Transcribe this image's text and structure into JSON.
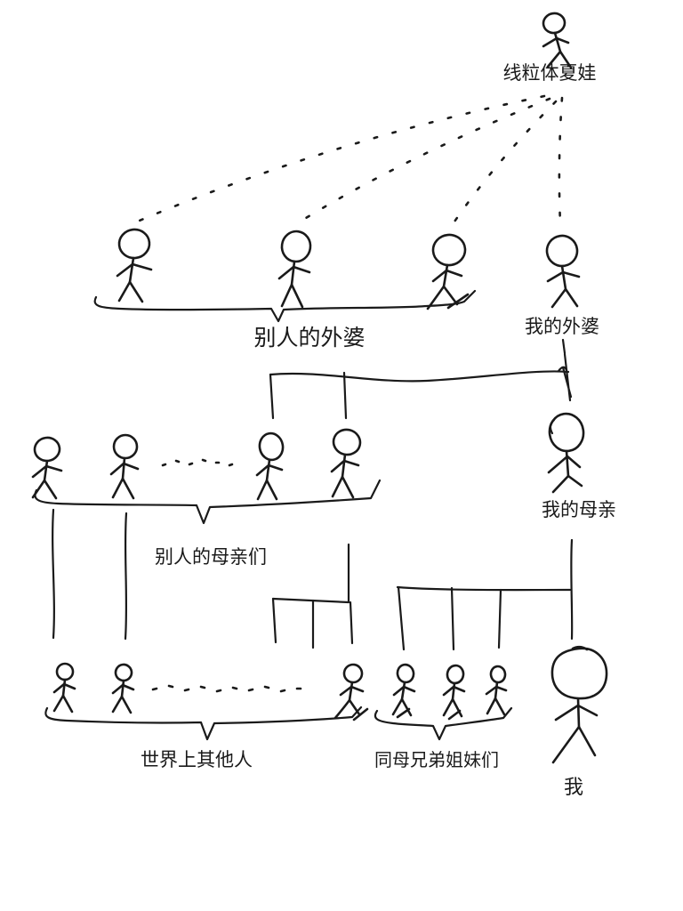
{
  "diagram": {
    "title": "线粒体夏娃",
    "type": "hand-drawn maternal ancestry tree",
    "ink_color": "#1a1a1a",
    "background_color": "#ffffff",
    "labels": {
      "mitochondrial_eve": "线粒体夏娃",
      "others_grandmothers": "别人的外婆",
      "my_grandmother": "我的外婆",
      "others_mothers": "别人的母亲们",
      "my_mother": "我的母亲",
      "rest_of_world": "世界上其他人",
      "maternal_siblings": "同母兄弟姐妹们",
      "me": "我"
    }
  }
}
